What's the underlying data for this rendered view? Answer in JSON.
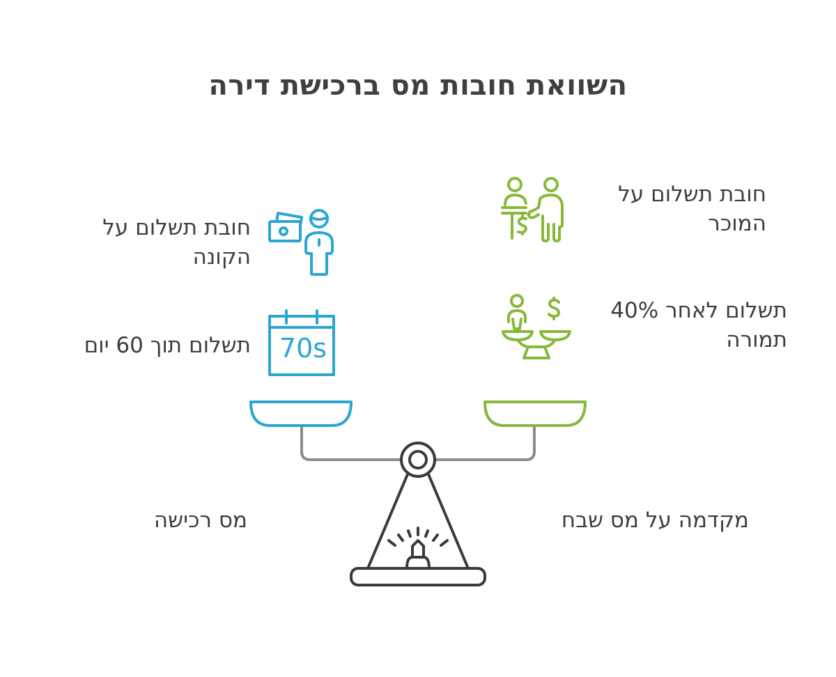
{
  "title": "השוואת חובות מס ברכישת דירה",
  "colors": {
    "buyer_accent": "#2ba6d4",
    "seller_accent": "#86b83a",
    "beam": "#8c8c8c",
    "stand": "#3a3a3a",
    "text": "#3d3d3d"
  },
  "left_side": {
    "category": "מס רכישה",
    "items": [
      {
        "icon": "buyer-money-icon",
        "line1": "חובת תשלום על",
        "line2": "הקונה"
      },
      {
        "icon": "calendar-icon",
        "line1": "תשלום תוך 60 יום",
        "calendar_text": "70s"
      }
    ]
  },
  "right_side": {
    "category": "מקדמה על מס שבח",
    "items": [
      {
        "icon": "seller-payment-icon",
        "line1": "חובת תשלום על",
        "line2": "המוכר"
      },
      {
        "icon": "balance-dollar-icon",
        "line1": "תשלום לאחר 40%",
        "line2": "תמורה"
      }
    ]
  }
}
